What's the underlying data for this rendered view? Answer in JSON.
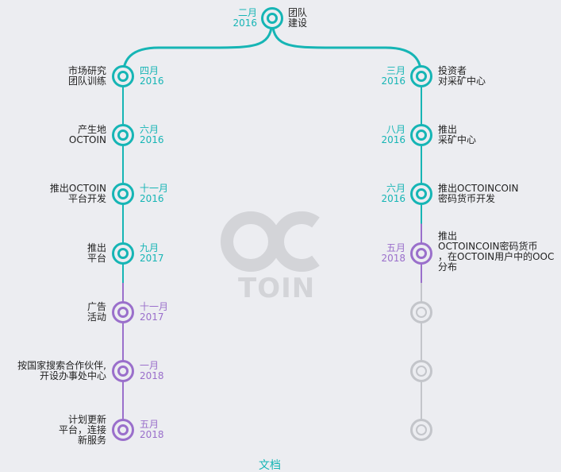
{
  "colors": {
    "teal": "#16b5b5",
    "purple": "#9a6fcb",
    "grey": "#c3c5ca",
    "background": "#ecedf1"
  },
  "logo": {
    "text": "TOIN"
  },
  "footer": {
    "label": "文档"
  },
  "top": {
    "month": "二月",
    "year": "2016",
    "text": [
      "团队",
      "建设"
    ],
    "status": "teal"
  },
  "left_events": [
    {
      "month": "四月",
      "year": "2016",
      "text": [
        "市场研究",
        "团队训练"
      ],
      "status": "teal"
    },
    {
      "month": "六月",
      "year": "2016",
      "text": [
        "产生地",
        "OCTOIN"
      ],
      "status": "teal"
    },
    {
      "month": "十一月",
      "year": "2016",
      "text": [
        "推出OCTOIN",
        "平台开发"
      ],
      "status": "teal"
    },
    {
      "month": "九月",
      "year": "2017",
      "text": [
        "推出",
        "平台"
      ],
      "status": "teal"
    },
    {
      "month": "十一月",
      "year": "2017",
      "text": [
        "广告",
        "活动"
      ],
      "status": "purple"
    },
    {
      "month": "一月",
      "year": "2018",
      "text": [
        "按国家搜索合作伙伴,",
        "开设办事处中心"
      ],
      "status": "purple"
    },
    {
      "month": "五月",
      "year": "2018",
      "text": [
        "计划更新",
        "平台，连接",
        "新服务"
      ],
      "status": "purple"
    }
  ],
  "right_events": [
    {
      "month": "三月",
      "year": "2016",
      "text": [
        "投资者",
        "对采矿中心"
      ],
      "status": "teal"
    },
    {
      "month": "八月",
      "year": "2016",
      "text": [
        "推出",
        "采矿中心"
      ],
      "status": "teal"
    },
    {
      "month": "六月",
      "year": "2016",
      "text": [
        "推出OCTOINCOIN",
        "密码货币开发"
      ],
      "status": "teal"
    },
    {
      "month": "五月",
      "year": "2018",
      "text": [
        "推出",
        "OCTOINCOIN密码货币",
        "，在OCTOIN用户中的OOC",
        "分布"
      ],
      "status": "purple"
    },
    {
      "status": "grey"
    },
    {
      "status": "grey"
    },
    {
      "status": "grey"
    }
  ]
}
